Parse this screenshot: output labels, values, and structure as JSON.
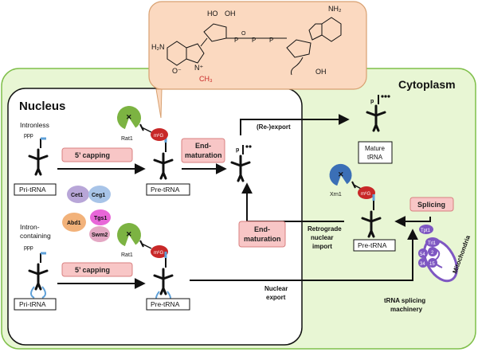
{
  "regions": {
    "cytoplasm": "Cytoplasm",
    "nucleus": "Nucleus",
    "mitochondria": "Mitochondria"
  },
  "labels": {
    "intronless": "Intronless",
    "intron_containing": "Intron-\ncontaining",
    "ppp": "ppp",
    "pri_trna": "Pri-tRNA",
    "pre_trna": "Pre-tRNA",
    "mature_trna": "Mature\ntRNA",
    "capping": "5’ capping",
    "end_maturation": "End-\nmaturation",
    "reexport": "(Re-)export",
    "retrograde": "Retrograde\nnuclear\nimport",
    "nuclear_export": "Nuclear\nexport",
    "splicing": "Splicing",
    "splicing_machinery": "tRNA splicing\nmachinery",
    "rat1": "Rat1",
    "xrn1": "Xrn1",
    "m6g": "m⁶G",
    "p": "p"
  },
  "proteins": {
    "cet1": "Cet1",
    "ceg1": "Ceg1",
    "abd1": "Abd1",
    "tgs1": "Tgs1",
    "swm2": "Swm2",
    "tpt1": "Tpt1",
    "trl1": "Trl1",
    "sen54": "54",
    "sen2": "2",
    "sen34": "34",
    "sen15": "15"
  },
  "chem": {
    "ho": "HO",
    "oh": "OH",
    "nh2": "NH₂",
    "h2n": "H₂N",
    "o_minus": "O⁻",
    "n": "N",
    "n_plus": "N⁺",
    "o": "O",
    "p": "P",
    "ch3": "CH₃"
  },
  "colors": {
    "cytoplasm_fill": "#e8f6d4",
    "cytoplasm_stroke": "#7fbf4a",
    "nucleus_fill": "#ffffff",
    "structure_fill": "#fbd9c0",
    "pill_fill": "#f8c6c6",
    "pill_stroke": "#d98080",
    "pacman_green": "#7cb342",
    "pacman_blue": "#3b6fb6",
    "cap_red": "#c82828",
    "tRNA_blue": "#5ea0d8",
    "mito_purple": "#7e57c2"
  }
}
